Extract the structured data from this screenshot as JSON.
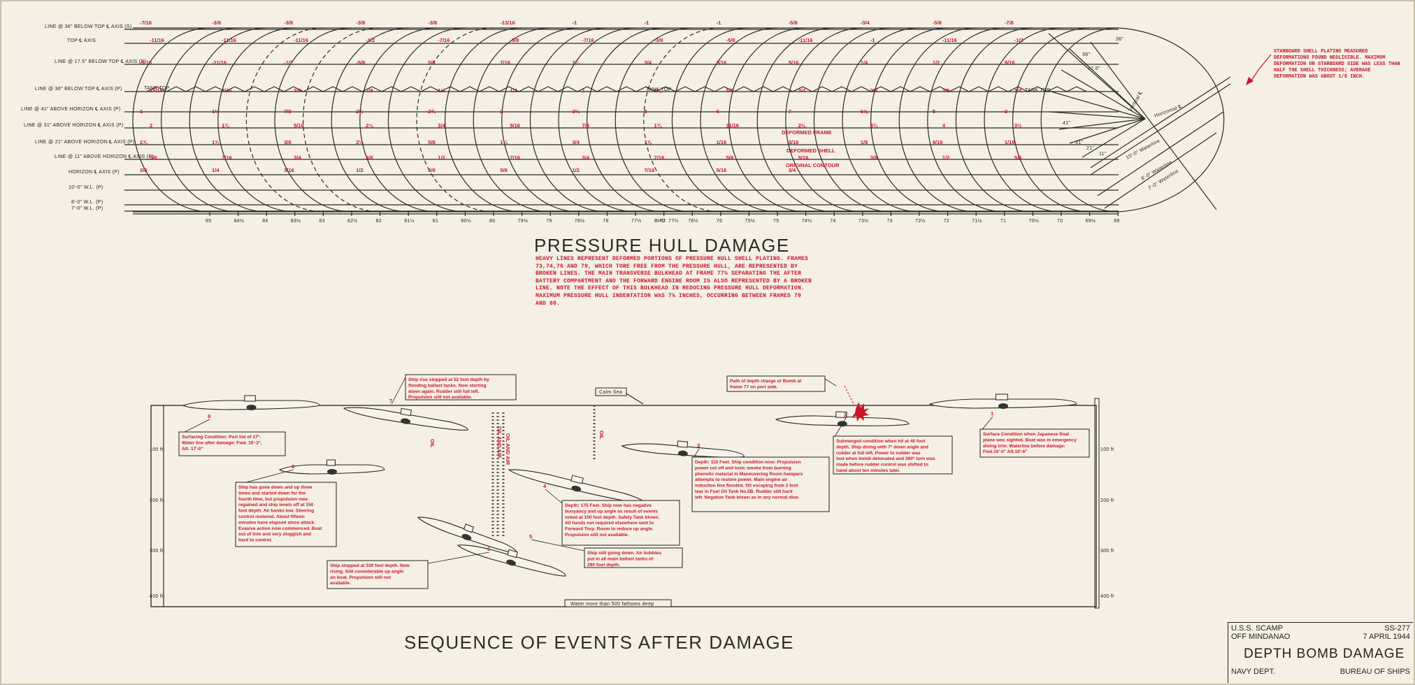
{
  "hull_diagram": {
    "title": "PRESSURE HULL DAMAGE",
    "line_labels": [
      "LINE @ 36\" BELOW TOP ℄ AXIS (S)",
      "TOP ℄ AXIS",
      "LINE @ 17.5\" BELOW TOP ℄ AXIS (P)",
      "LINE @ 36\" BELOW TOP ℄ AXIS (P)",
      "LINE @ 41\" ABOVE HORIZON ℄ AXIS (P)",
      "LINE @ 31\" ABOVE HORIZON ℄ AXIS (P)",
      "LINE @ 21\" ABOVE HORIZON ℄ AXIS (P)",
      "LINE @ 11\" ABOVE HORIZON ℄ AXIS (P)",
      "HORIZON ℄ AXIS (P)",
      "10'-0\" W.L. (P)",
      "8'-0\" W.L. (P)",
      "7'-0\" W.L. (P)"
    ],
    "frame_labels": [
      "85",
      "84½",
      "84",
      "83½",
      "83",
      "82½",
      "82",
      "81½",
      "81",
      "80½",
      "80",
      "79½",
      "79",
      "78½",
      "78",
      "77½",
      "77",
      "76½",
      "76",
      "75½",
      "75",
      "74½",
      "74",
      "73½",
      "73",
      "72½",
      "72",
      "71½",
      "71",
      "70½",
      "70",
      "69½",
      "69"
    ],
    "bhd_label": "BHD. 77¼",
    "tank_top_labels": [
      "TANK TOP",
      "TANK TOP",
      "TANK TOP"
    ],
    "legend_items": [
      "DEFORMED FRAME",
      "DEFORMED SHELL",
      "ORIGINAL CONTOUR"
    ],
    "section_labels": [
      "Vertical ℄",
      "Horizontal ℄",
      "10'-0\" Waterline",
      "8'-0\" Waterline",
      "7'-0\" Waterline",
      "36\"",
      "17.5\"",
      "36\"",
      "41\"",
      "31\"",
      "21\"",
      "11\""
    ],
    "starboard_note": "STARBOARD SHELL PLATING MEASURED DEFORMATIONS FOUND NEGLIGIBLE. MAXIMUM DEFORMATION ON STARBOARD SIDE WAS LESS THAN HALF THE SHELL THICKNESS; AVERAGE DEFORMATION WAS ABOUT 1/8 INCH.",
    "description": "HEAVY LINES REPRESENT DEFORMED PORTIONS OF PRESSURE HULL SHELL PLATING. FRAMES 73,74,76 AND 79, WHICH TORE FREE FROM THE PRESSURE HULL, ARE REPRESENTED BY BROKEN LINES. THE MAIN TRANSVERSE BULKHEAD AT FRAME 77¼ SEPARATING THE AFTER BATTERY COMPARTMENT AND THE FORWARD ENGINE ROOM IS ALSO REPRESENTED BY A BROKEN LINE. NOTE THE EFFECT OF THIS BULKHEAD IN REDUCING PRESSURE HULL DEFORMATION. MAXIMUM PRESSURE HULL INDENTATION WAS 7⅛ INCHES, OCCURRING BETWEEN FRAMES 79 AND 80.",
    "deformation_values": [
      "-7/16",
      "-3/8",
      "-3/8",
      "-3/8",
      "-3/8",
      "-13/16",
      "-1",
      "-1",
      "-1",
      "-5/8",
      "-3/4",
      "-5/8",
      "-7/8",
      "-11/16",
      "-11/16",
      "-11/16",
      "-1/2",
      "-7/16",
      "-5/8",
      "-7/16",
      "-3/8",
      "-5/8",
      "-11/16",
      "-1",
      "-11/16",
      "-1/2",
      "-9/16",
      "-11/16",
      "-1/2",
      "-5/8",
      "5/8",
      "7/16",
      "1¼",
      "3/4",
      "3/16",
      "5/16",
      "1/4",
      "1/2",
      "9/16",
      "15/16",
      "7/16",
      "3/8",
      "7/8",
      "1½",
      "1/2",
      "1",
      "1⅛",
      "5/8",
      "3/4",
      "7/8",
      "3/8",
      "1/4",
      "1",
      "1½",
      "7/8",
      "2½",
      "2¾",
      "2",
      "3¼",
      "5",
      "6",
      "7",
      "6⅝",
      "5",
      "3",
      "2",
      "1⅜",
      "5/16",
      "2⅛",
      "3/4",
      "9/16",
      "7/8",
      "1¾",
      "11/16",
      "2⅛",
      "3¼",
      "4",
      "3½",
      "2⅞",
      "1⅝",
      "3/8",
      "2¼",
      "5/8",
      "1¼",
      "3/4",
      "1⅞",
      "1/16",
      "3/16",
      "1/8",
      "9/16",
      "1/16",
      "5/8",
      "7/16",
      "3/4",
      "5/8",
      "1/2",
      "7/16",
      "3/4",
      "7/16",
      "5/8",
      "5/16",
      "3/8",
      "1/2",
      "5/8",
      "3/8",
      "1/4",
      "3/16",
      "1/2",
      "3/8",
      "5/8",
      "1/2",
      "7/16",
      "5/16",
      "3/4"
    ]
  },
  "sequence_diagram": {
    "title": "SEQUENCE OF EVENTS AFTER DAMAGE",
    "calm_sea_label": "Calm Sea",
    "water_depth_label": "Water more than 500 fathoms deep",
    "depth_marks_left": [
      "100 ft",
      "200 ft",
      "300 ft",
      "400 ft"
    ],
    "depth_marks_right": [
      "100 ft",
      "200 ft",
      "300 ft",
      "400 ft"
    ],
    "bubble_labels": [
      "OIL AND AIR",
      "OIL AND AIR",
      "OIL",
      "OIL"
    ],
    "callouts": [
      {
        "n": "1",
        "text": "Surface Condition when Japanese float plane was sighted. Boat was in emergency diving trim. Waterline before damage: Fwd.16'-0\" Aft.16'-6\""
      },
      {
        "n": "2",
        "text": "Submerged condition when hit at 40 foot depth. Ship diving with 7° down angle and rudder at full left. Power to rudder was lost when bomb detonated and 360° turn was made before rudder control was shifted to hand about ten minutes later."
      },
      {
        "n": "3",
        "text": "Depth: 110 Feet. Ship condition now: Propulsion power cut off and toxic smoke from burning phenolic material in Maneuvering Room hampers attempts to restore power. Main engine air induction line flooded. Oil escaping from 2 foot tear in Fuel Oil Tank No.5B. Rudder still hard left. Negative Tank blown as in any normal dive."
      },
      {
        "n": "4",
        "text": "Depth: 175 Feet. Ship now has negative buoyancy and up angle as result of events noted at 100 foot depth. Safety Tank blown. All hands not required elsewhere sent to Forward Torp. Room to reduce up angle. Propulsion still not available."
      },
      {
        "n": "5",
        "text": "Ship still going down. Air bubbles put in all main ballast tanks of 290 foot depth."
      },
      {
        "n": "6",
        "text": "Ship stopped at 330 foot depth. Now rising. Still considerable up angle on boat. Propulsion still not available."
      },
      {
        "n": "7",
        "text": "Ship rise stopped at 52 foot depth by flooding ballast tanks. Now starting down again. Rudder still full left. Propulsion still not available."
      },
      {
        "n": "8",
        "text": "Ship has gone down and up three times and started down for the fourth time, but propulsion now regained and ship levels off at 150 foot depth. Air banks low. Steering control restored. About fifteen minutes have elapsed since attack. Evasive action now commenced. Boat out of trim and very sluggish and hard to control."
      },
      {
        "n": "9",
        "text": "Surfacing Condition: Port list of 17°. Water line after damage: Fwd. 16'-3\", Aft. 17'-0\""
      },
      {
        "n": "",
        "text": "Path of depth charge or Bomb at frame 77 on port side."
      }
    ]
  },
  "title_block": {
    "ship": "U.S.S. SCAMP",
    "hull_no": "SS-277",
    "location": "OFF MINDANAO",
    "date": "7 APRIL 1944",
    "title": "DEPTH BOMB DAMAGE",
    "dept": "NAVY DEPT.",
    "bureau": "BUREAU OF SHIPS"
  }
}
